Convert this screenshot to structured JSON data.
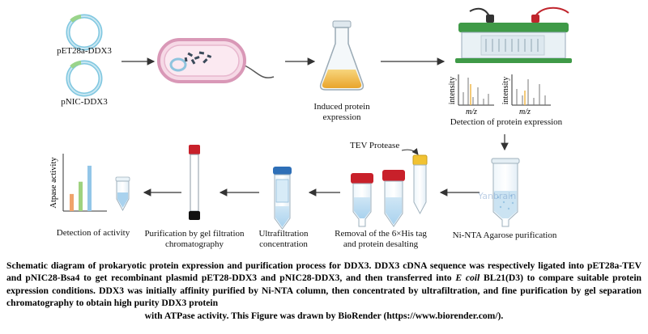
{
  "labels": {
    "plasmid_1": "pET28a-DDX3",
    "plasmid_2": "pNIC-DDX3",
    "induced": [
      "Induced protein",
      "expression"
    ],
    "detection_expression": "Detection of protein expression",
    "ms_intensity": "intensity",
    "ms_mz": "m/z",
    "ni_nta": "Ni-NTA Agarose purification",
    "tev": "TEV Protease",
    "removal": [
      "Removal of the 6×His tag",
      "and protein desalting"
    ],
    "ultrafiltration": [
      "Ultrafiltration",
      "concentration"
    ],
    "gel_filtration": [
      "Purification by gel filtration",
      "chromatography"
    ],
    "atpase_axis": "Atpase activity",
    "detection_activity": "Detection of activity"
  },
  "caption": {
    "body": "Schematic diagram of prokaryotic protein expression and purification process for DDX3. DDX3 cDNA sequence was respectively ligated into pET28a-TEV and pNIC28-Bsa4 to get recombinant plasmid pET28-DDX3 and pNIC28-DDX3, and then transferred into ",
    "italic": "E coil",
    "body_2": " BL21(D3) to compare suitable protein expression conditions. DDX3 was initially affinity purified by Ni-NTA column, then concentrated by ultrafiltration, and fine purification by gel separation chromatography to obtain high purity DDX3 protein",
    "last_line": "with ATPase activity. This Figure was drawn by BioRender (https://www.biorender.com/)."
  },
  "colors": {
    "arrow": "#333333",
    "plasmid_ring": "#7fc7e0",
    "cell_membrane": "#e8b6cc",
    "medium": "#f0b94a",
    "gel_frame": "#3f9a47",
    "cap_red": "#c8202a",
    "cap_yellow": "#f1c232",
    "bar_colors": [
      "#f0a36b",
      "#9fd27f",
      "#93c6e8"
    ]
  },
  "atpase_bars": [
    0.32,
    0.55,
    0.85
  ]
}
